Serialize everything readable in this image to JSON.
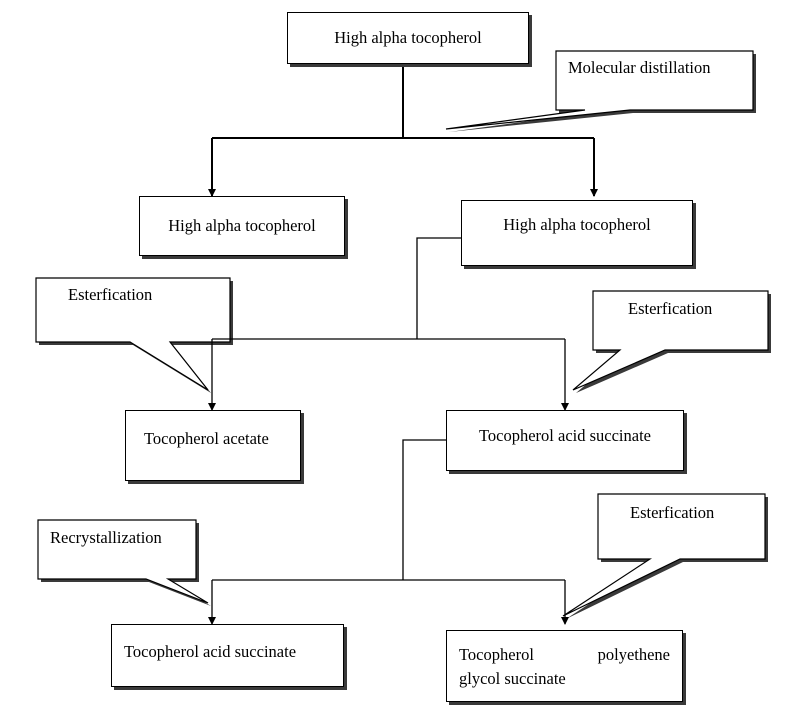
{
  "nodes": {
    "top": "High alpha tocopherol",
    "left_distillate": "High alpha tocopherol",
    "right_distillate": "High alpha tocopherol",
    "acetate": "Tocopherol acetate",
    "acid_succinate_mid": "Tocopherol acid succinate",
    "acid_succinate_bottom": "Tocopherol acid succinate",
    "peg_line1_word1": "Tocopherol",
    "peg_line1_word2": "polyethene",
    "peg_line2": "glycol succinate"
  },
  "callouts": {
    "distillation": "Molecular distillation",
    "esterification_left": "Esterfication",
    "esterification_right": "Esterfication",
    "recrystallization": "Recrystallization",
    "esterification_bottom": "Esterfication"
  }
}
